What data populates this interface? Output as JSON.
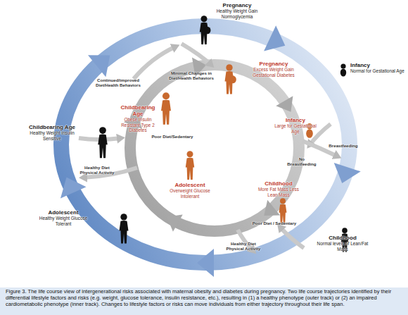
{
  "diagram": {
    "caption": "Figure 3. The life course view of intergenerational risks associated with maternal obesity and diabetes during pregnancy. Two life course trajectories identified by their differential lifestyle factors and risks (e.g. weight, glucose tolerance, insulin resistance, etc.), resulting in (1) a healthy phenotype (outer track) or (2) an impaired cardiometabolic phenotype (inner track). Changes to lifestyle factors or risks can move individuals from either trajectory throughout their life span.",
    "nodes": [
      {
        "text": [
          "Pregnancy",
          "Healthy Weight Gain Normoglycemia"
        ]
      },
      {
        "text": [
          "Infancy",
          "Normal for Gestational Age"
        ]
      },
      {
        "text": [
          "Childhood",
          "Normal levels of Lean/Fat Mass"
        ]
      },
      {
        "text": [
          "Adolescent",
          "Healthy Weight Glucose Tolerant"
        ]
      },
      {
        "text": [
          "Childbearing Age",
          "Healthy Weight Insulin Sensitive"
        ]
      },
      {
        "text": [
          "Pregnancy",
          "Excess Weight Gain Gestational Diabetes"
        ]
      },
      {
        "text": [
          "Infancy",
          "Large for Gestational Age"
        ]
      },
      {
        "text": [
          "Childhood",
          "More Fat Mass Less Lean Mass"
        ]
      },
      {
        "text": [
          "Adolescent",
          "Overweight Glucose Intolerant"
        ]
      },
      {
        "text": [
          "Childbearing Age",
          "Obese Insulin Resistant Type 2 Diabetes"
        ]
      }
    ],
    "labels": [
      "Minimal Changes in Diet/Health Behaviors",
      "Continued/improved Diet/Health Behaviors",
      "Breastfeeding",
      "No Breastfeeding",
      "Poor Diet / Sedentary",
      "Healthy Diet Physical Activity",
      "Poor Diet/Sedentary",
      "Healthy Diet Physical Activity"
    ]
  }
}
